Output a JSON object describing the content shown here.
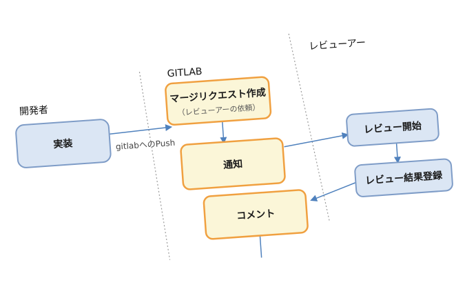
{
  "diagram": {
    "lanes": {
      "developer": "開発者",
      "gitlab": "GITLAB",
      "reviewer": "レビューアー"
    },
    "nodes": {
      "impl": "実装",
      "merge_request": "マージリクエスト作成",
      "merge_request_sub": "（レビューアーの依頼）",
      "notify": "通知",
      "comment": "コメント",
      "review_start": "レビュー開始",
      "review_register": "レビュー結果登録"
    },
    "edges": {
      "push_label": "gitlabへのPush"
    },
    "colors": {
      "blue_fill": "#dbe6f4",
      "blue_stroke": "#7e9cc7",
      "yellow_fill": "#fbf6d8",
      "orange_stroke": "#f0a040",
      "arrow": "#4f81bd",
      "divider": "#9a9a9a"
    }
  }
}
